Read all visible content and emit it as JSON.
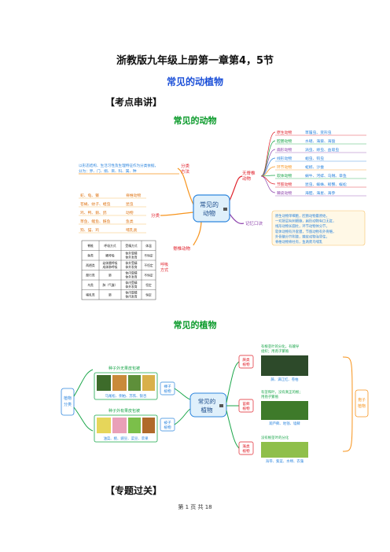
{
  "doc": {
    "title": "浙教版九年级上册第一章第4，5节",
    "subtitle": "常见的动植物",
    "section_points": "【考点串讲】",
    "section_exercises": "【专题过关】",
    "footer": "第 1 页 共 18"
  },
  "animal_map": {
    "caption": "常见的动物",
    "center": [
      "常见的",
      "动物"
    ],
    "classify_method": {
      "label": [
        "分类",
        "方法"
      ],
      "text": [
        "以形态结构、生活习性及生理特征作为分类依据，",
        "分为：界、门、纲、目、科、属、种"
      ]
    },
    "classify": {
      "label": "分类",
      "items": [
        [
          "脊椎动物",
          "蛇、龟、鳖"
        ],
        [
          "昆虫",
          "苍蝇、蚊子、蝗虫"
        ],
        [
          "动物",
          "鸡、鸭、鹅、鸽"
        ],
        [
          "鱼类",
          "草鱼、鲤鱼、鲢鱼"
        ],
        [
          "哺乳类",
          "狗、猫、鸡"
        ]
      ]
    },
    "vertebrate": {
      "label": "脊椎动物",
      "sub_label": [
        "呼吸",
        "方式"
      ],
      "table": {
        "headers": [
          "脊椎",
          "呼吸方式",
          "受精方式",
          "体温"
        ],
        "rows": [
          [
            "鱼类",
            "鳃呼吸",
            "体外受精 体外发育",
            "不恒定"
          ],
          [
            "两栖类",
            "幼体鳃呼吸 成体肺呼吸",
            "体外受精 体外发育",
            "不恒定"
          ],
          [
            "爬行类",
            "肺",
            "体内受精 体外发育",
            "不恒定"
          ],
          [
            "鸟类",
            "肺（气囊）",
            "体内受精 体外发育",
            "恒定"
          ],
          [
            "哺乳类",
            "肺",
            "体内受精 体内发育",
            "恒定"
          ]
        ]
      }
    },
    "invertebrate": {
      "label": [
        "无脊椎",
        "动物"
      ],
      "items": [
        [
          "原生动物",
          "草履虫、变形虫"
        ],
        [
          "腔肠动物",
          "水螅、海葵、海蜇"
        ],
        [
          "扁形动物",
          "涡虫、绦虫、血吸虫"
        ],
        [
          "线形动物",
          "蛔虫、钩虫"
        ],
        [
          "环节动物",
          "蚯蚓、沙蚕"
        ],
        [
          "软体动物",
          "蜗牛、河蚌、乌贼、章鱼"
        ],
        [
          "节肢动物",
          "昆虫、蜘蛛、螃蟹、蜈蚣"
        ],
        [
          "棘皮动物",
          "海胆、海星、海参"
        ]
      ]
    },
    "memory": {
      "label": "记忆口诀",
      "lines": [
        "原生动物单细胞，腔肠动物最原始，",
        "一对胚层有刺细胞，扁形动物有口无肛，",
        "线形动物长圆柱，环节动物体分节，",
        "软体动物有外套膜，节肢动物有外骨骼，",
        "外骨骼分节附肢，棘皮动物海里住，",
        "脊椎动物脊柱有，鱼两爬鸟哺乳"
      ]
    }
  },
  "plant_map": {
    "caption": "常见的植物",
    "center": [
      "常见的",
      "植物"
    ],
    "classify": [
      "植物",
      "分类"
    ],
    "seed": {
      "label": [
        "种子",
        "植物"
      ],
      "gymno": {
        "title": "种子外无果皮包被",
        "label": [
          "裸子",
          "植物"
        ],
        "examples": "马尾松、侧柏、苏铁、银杏"
      },
      "angio": {
        "title": "种子外有果皮包被",
        "label": [
          "被子",
          "植物"
        ],
        "examples": "油菜、桃、豌豆、菜豆、苹果"
      }
    },
    "spore": {
      "label": [
        "孢子",
        "植物"
      ],
      "fern": {
        "label": [
          "蕨类",
          "植物"
        ],
        "desc": [
          "有根茎叶的分化，有输导",
          "组织；用孢子繁殖"
        ],
        "examples": "蕨、满江红、卷柏"
      },
      "moss": {
        "label": [
          "苔藓",
          "植物"
        ],
        "desc": [
          "有茎和叶，没有真正的根；",
          "用孢子繁殖"
        ],
        "examples": "葫芦藓、地钱、墙藓"
      },
      "algae": {
        "label": [
          "藻类",
          "植物"
        ],
        "desc": [
          "没有根茎叶的分化"
        ],
        "examples": "海带、紫菜、水绵、衣藻"
      }
    }
  },
  "colors": {
    "orange": "#f7941d",
    "red": "#e0202a",
    "green": "#1aa64a",
    "purple": "#8e44ad",
    "blue": "#2e86de",
    "center_fill": "#dff0fb"
  }
}
